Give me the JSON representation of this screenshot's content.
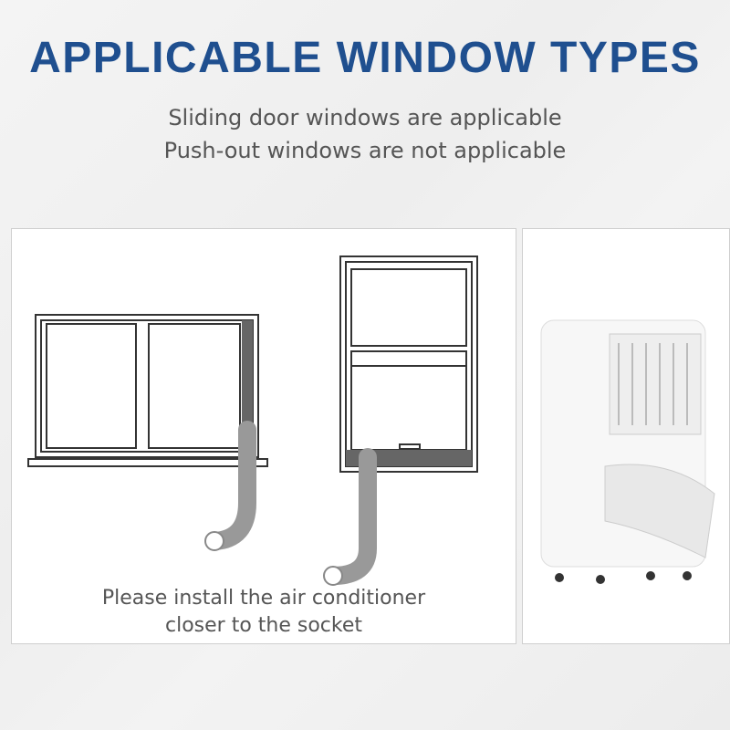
{
  "header": {
    "title": "APPLICABLE WINDOW TYPES",
    "line1": "Sliding door windows are applicable",
    "line2": "Push-out windows are not applicable"
  },
  "diagram": {
    "caption_line1": "Please install the air conditioner",
    "caption_line2": "closer to the socket"
  },
  "colors": {
    "title": "#1f4f8f",
    "text": "#555555"
  }
}
